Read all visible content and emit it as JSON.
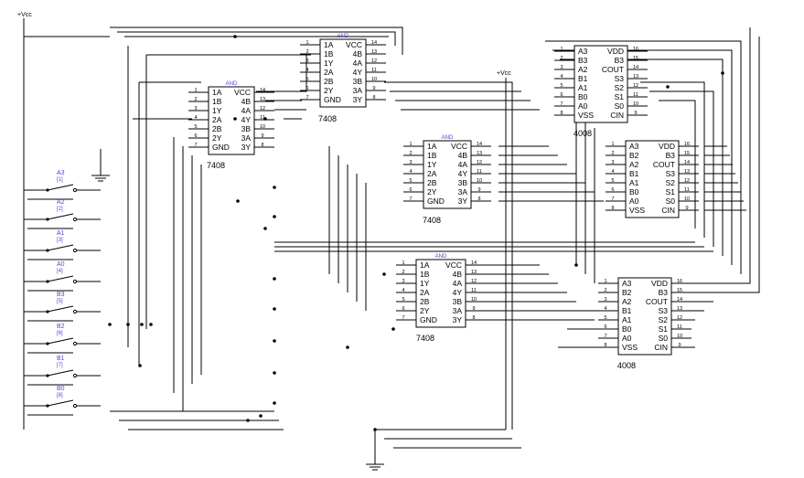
{
  "power": {
    "vcc_left": "+Vcc",
    "vcc_mid": "+Vcc"
  },
  "switches": [
    {
      "name": "A3",
      "key": "[1]"
    },
    {
      "name": "A2",
      "key": "[2]"
    },
    {
      "name": "A1",
      "key": "[3]"
    },
    {
      "name": "A0",
      "key": "[4]"
    },
    {
      "name": "B3",
      "key": "[5]"
    },
    {
      "name": "B2",
      "key": "[6]"
    },
    {
      "name": "B1",
      "key": "[7]"
    },
    {
      "name": "B0",
      "key": "[8]"
    }
  ],
  "gate_title": "AND",
  "gate_part": "7408",
  "gate_left": [
    "1A",
    "1B",
    "1Y",
    "2A",
    "2B",
    "2Y",
    "GND"
  ],
  "gate_right": [
    "VCC",
    "4B",
    "4A",
    "4Y",
    "3B",
    "3A",
    "3Y"
  ],
  "gate_left_pins": [
    "1",
    "2",
    "3",
    "4",
    "5",
    "6",
    "7"
  ],
  "gate_right_pins": [
    "14",
    "13",
    "12",
    "11",
    "10",
    "9",
    "8"
  ],
  "adder_part": "4008",
  "adder_left": [
    "A3",
    "B2",
    "A2",
    "B1",
    "A1",
    "B0",
    "A0",
    "VSS"
  ],
  "adder_right": [
    "VDD",
    "B3",
    "COUT",
    "S3",
    "S2",
    "S1",
    "S0",
    "CIN"
  ],
  "adder_left_pins": [
    "1",
    "2",
    "3",
    "4",
    "5",
    "6",
    "7",
    "8"
  ],
  "adder_right_pins": [
    "16",
    "15",
    "14",
    "13",
    "12",
    "11",
    "10",
    "9"
  ],
  "adder_top_left": [
    "A3",
    "B3",
    "A2",
    "B1",
    "A1",
    "B0",
    "A0",
    "VSS"
  ],
  "adder_top_right": [
    "VDD",
    "B3",
    "COUT",
    "S3",
    "S2",
    "S1",
    "S0",
    "CIN"
  ]
}
